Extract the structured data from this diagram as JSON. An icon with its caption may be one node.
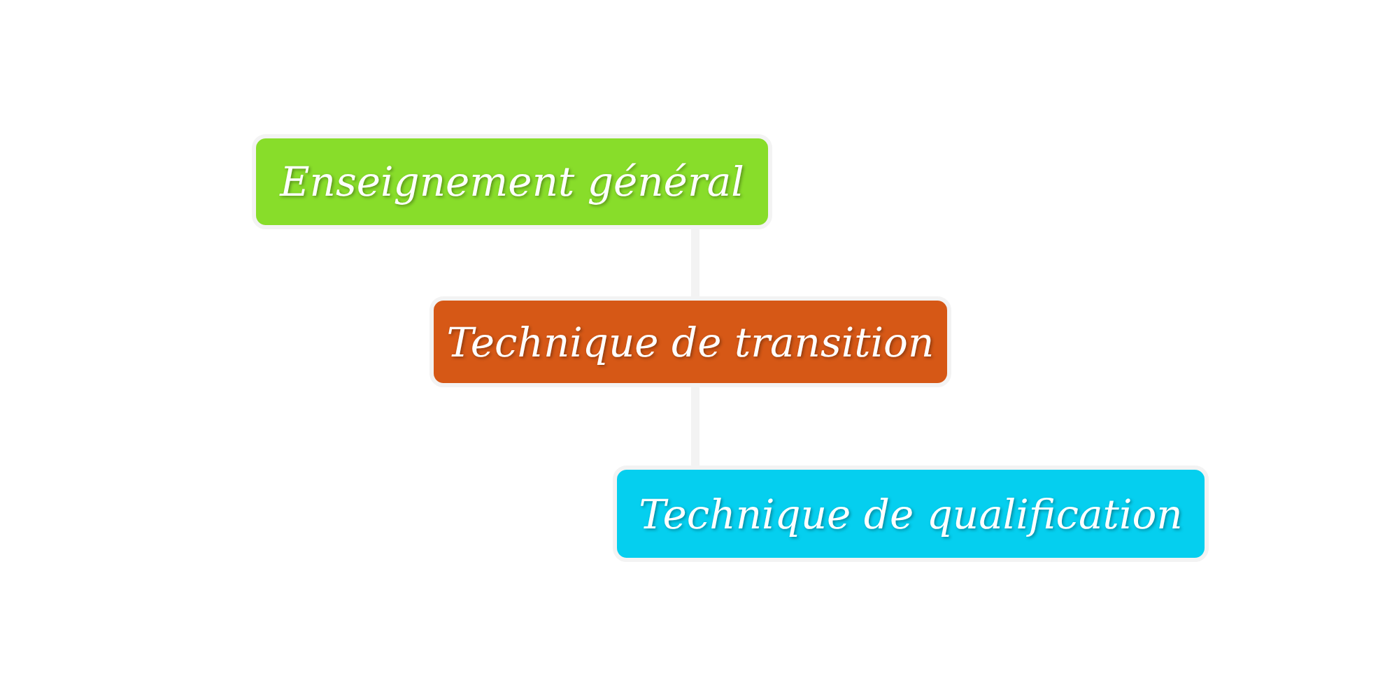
{
  "diagram": {
    "nodes": [
      {
        "text": [
          "Enseignement général"
        ]
      },
      {
        "text": [
          "Technique de transition"
        ]
      },
      {
        "text": [
          "Technique de qualification"
        ]
      }
    ],
    "edges": [
      {
        "from": 0,
        "to": 1,
        "arrow": "none"
      },
      {
        "from": 1,
        "to": 2,
        "arrow": "none"
      }
    ]
  }
}
